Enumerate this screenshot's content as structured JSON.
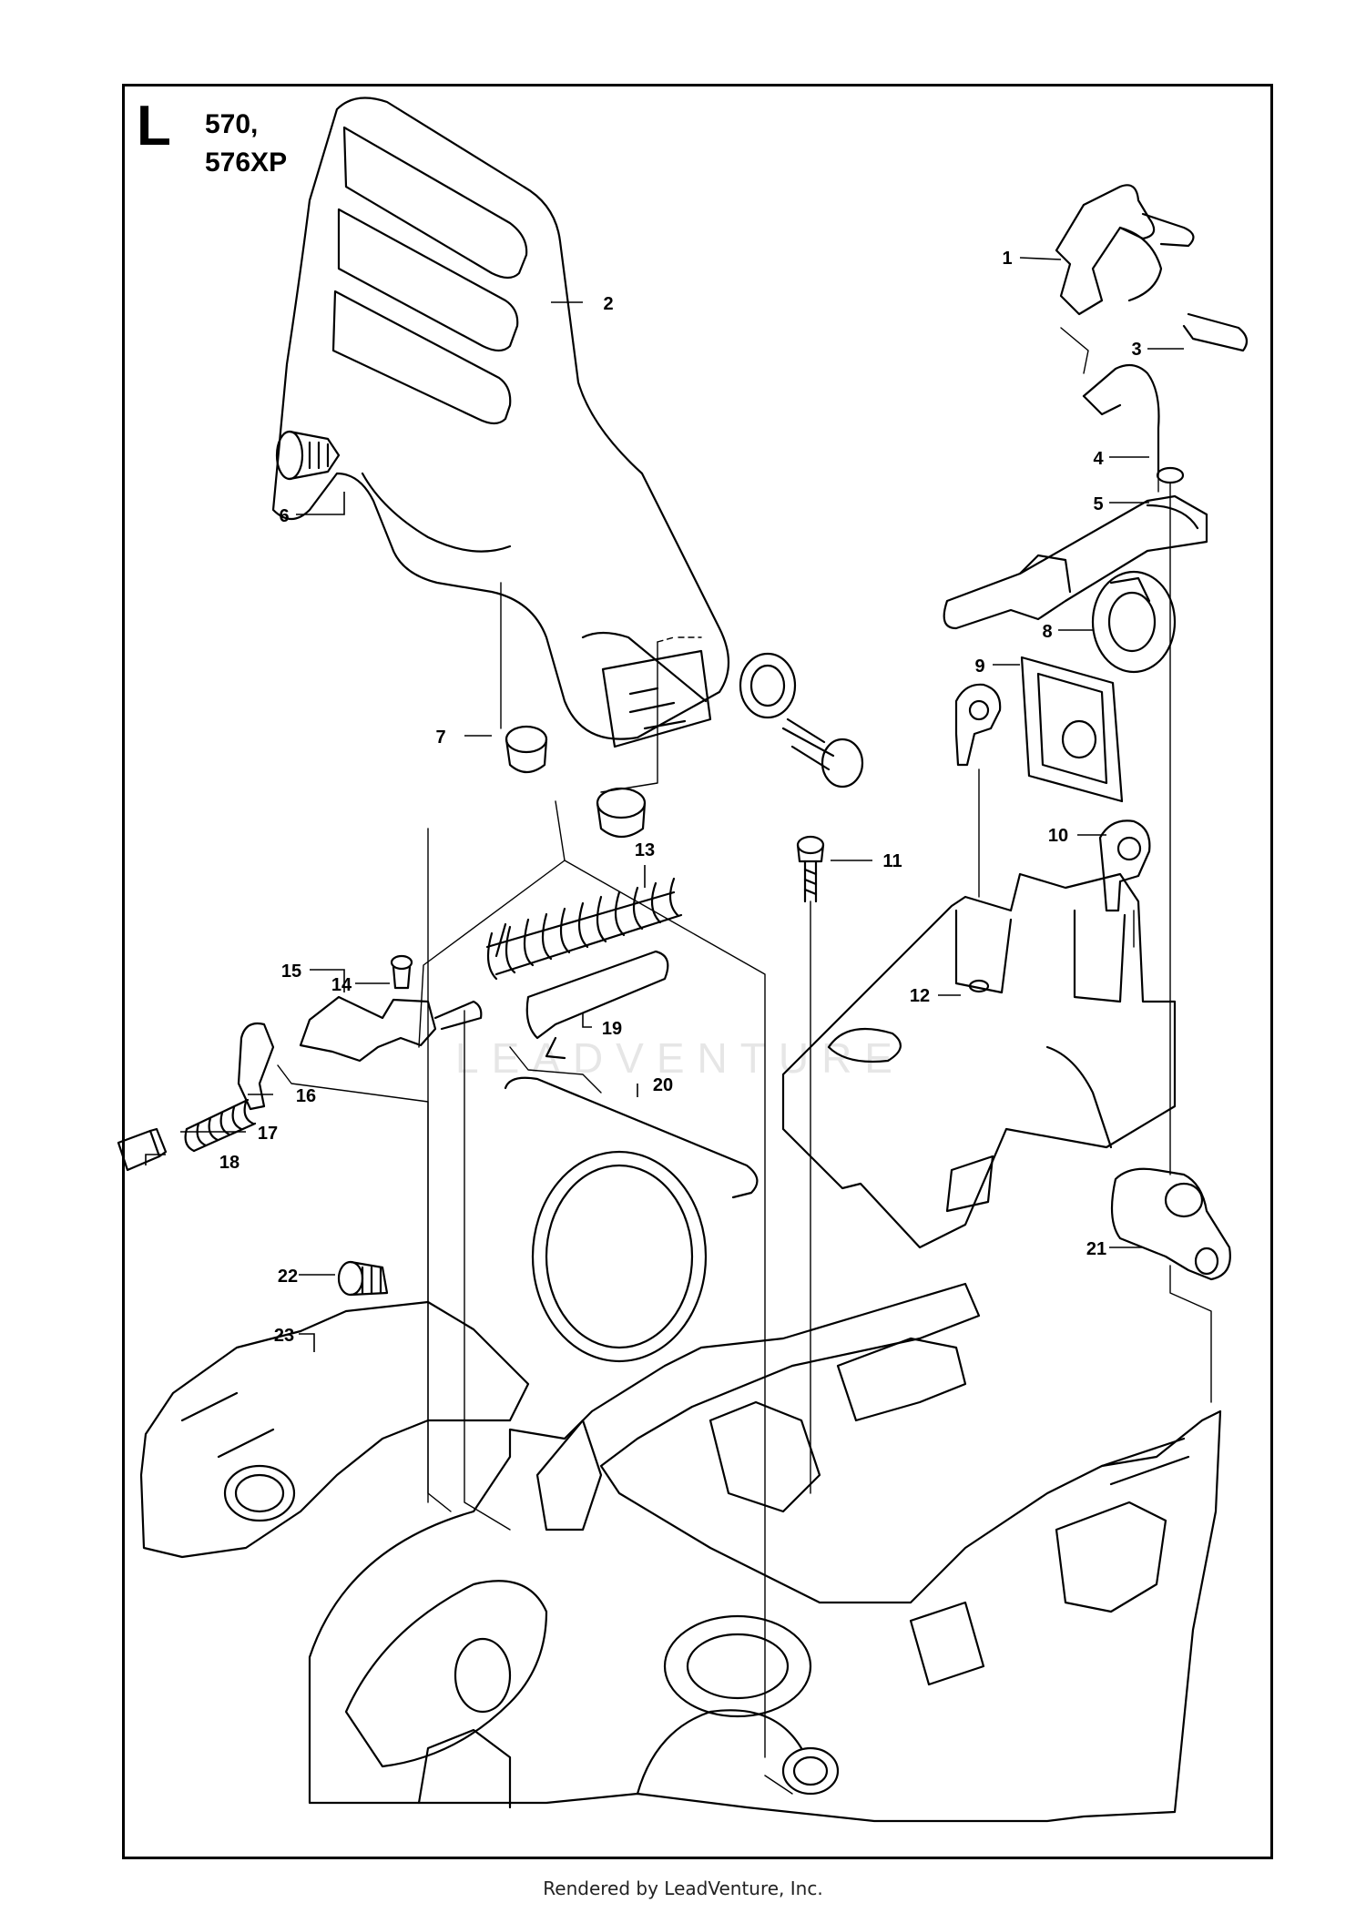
{
  "header": {
    "section_letter": "L",
    "models": [
      "570,",
      "576XP"
    ]
  },
  "watermark": "LEADVENTURE",
  "footer": "Rendered by LeadVenture, Inc.",
  "part_callouts": [
    "1",
    "2",
    "3",
    "4",
    "5",
    "6",
    "7",
    "8",
    "9",
    "10",
    "11",
    "12",
    "13",
    "14",
    "15",
    "16",
    "17",
    "18",
    "19",
    "20",
    "21",
    "22",
    "23"
  ]
}
